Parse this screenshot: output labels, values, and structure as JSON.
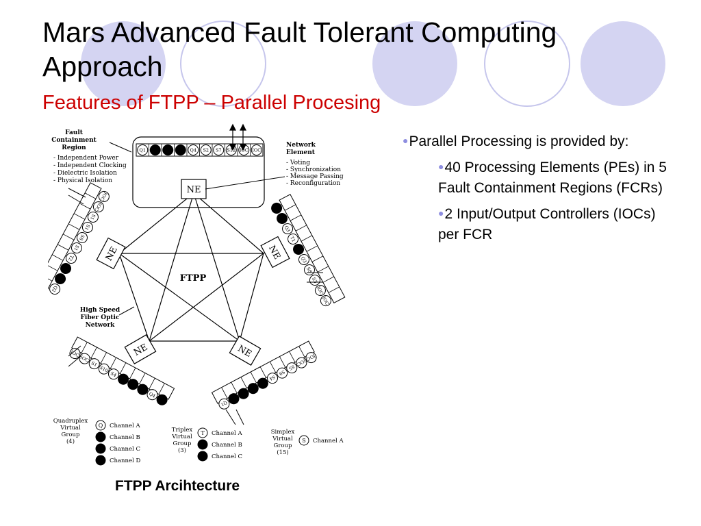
{
  "slide": {
    "title": "Mars Advanced Fault Tolerant Computing Approach",
    "subtitle": "Features of FTPP – Parallel Procesing",
    "caption": "FTPP Arcihtecture",
    "bullets": [
      {
        "text": "Parallel Processing is provided by:",
        "children": [
          "40 Processing Elements (PEs) in 5 Fault Containment Regions (FCRs)",
          "2 Input/Output Controllers (IOCs) per FCR"
        ]
      }
    ]
  },
  "diagram": {
    "center_label": "FTPP",
    "node_label": "NE",
    "top_row_labels": [
      "Q1",
      "",
      "",
      "",
      "Q4",
      "S2",
      "S7",
      "S12",
      "IOC",
      "IOC"
    ],
    "fault_containment": {
      "heading": [
        "Fault",
        "Containment",
        "Region"
      ],
      "items": [
        "- Independent Power",
        "- Independent Clocking",
        "- Dielectric Isolation",
        "- Physical Isolation"
      ]
    },
    "network_element": {
      "heading": [
        "Network",
        "Element"
      ],
      "items": [
        "- Voting",
        "- Synchronization",
        "- Message Passing",
        "- Reconfiguration"
      ]
    },
    "fiber": [
      "High Speed",
      "Fiber Optic",
      "Network"
    ],
    "left_labels": [
      "IOC",
      "IOC",
      "S1",
      "S1",
      "S8",
      "S1",
      "T2",
      "",
      "",
      "Q2"
    ],
    "right_labels": [
      "",
      "",
      "Q3",
      "T1",
      "",
      "Q3",
      "S8",
      "S3",
      "IOC",
      "IOC"
    ],
    "bottom_left_labels": [
      "IOC",
      "IOC",
      "S1",
      "S10",
      "S4",
      "",
      "",
      "",
      "Q4",
      ""
    ],
    "bottom_right_labels": [
      "IOC",
      "IOC",
      "S5",
      "S9",
      "S4",
      "T3",
      "",
      "",
      "",
      "Q1"
    ],
    "legend": {
      "quad": {
        "title": [
          "Quadruplex",
          "Virtual",
          "Group",
          "(4)"
        ],
        "letter": "Q",
        "channels": [
          "Channel A",
          "Channel B",
          "Channel C",
          "Channel D"
        ]
      },
      "triplex": {
        "title": [
          "Triplex",
          "Virtual",
          "Group",
          "(3)"
        ],
        "letter": "T",
        "channels": [
          "Channel A",
          "Channel B",
          "Channel C"
        ]
      },
      "simplex": {
        "title": [
          "Simplex",
          "Virtual",
          "Group",
          "(15)"
        ],
        "letter": "S",
        "channels": [
          "Channel A"
        ]
      }
    }
  },
  "colors": {
    "subtitle": "#cc0000",
    "circle_fill": "#d4d4f2",
    "circle_stroke": "#c0c0ea",
    "bullet": "#8e8ee0"
  }
}
